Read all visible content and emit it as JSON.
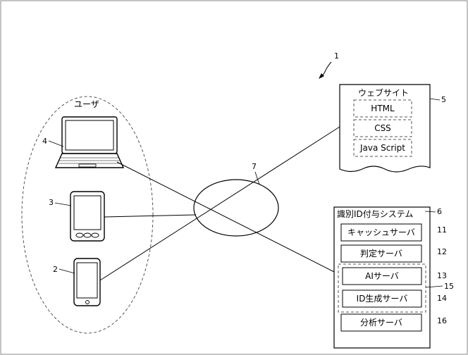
{
  "system_ref": "1",
  "users": {
    "title": "ユーザ",
    "laptop_ref": "4",
    "tablet_ref": "3",
    "phone_ref": "2"
  },
  "network_ref": "7",
  "website": {
    "title": "ウェブサイト",
    "ref": "5",
    "items": [
      "HTML",
      "CSS",
      "Java Script"
    ]
  },
  "id_system": {
    "title": "識別ID付与システム",
    "ref": "6",
    "cache_server": "キャッシュサーバ",
    "cache_ref": "11",
    "judge_server": "判定サーバ",
    "judge_ref": "12",
    "ai_server": "AIサーバ",
    "ai_ref": "13",
    "group_ref": "15",
    "idgen_server": "ID生成サーバ",
    "idgen_ref": "14",
    "analysis_server": "分析サーバ",
    "analysis_ref": "16"
  }
}
